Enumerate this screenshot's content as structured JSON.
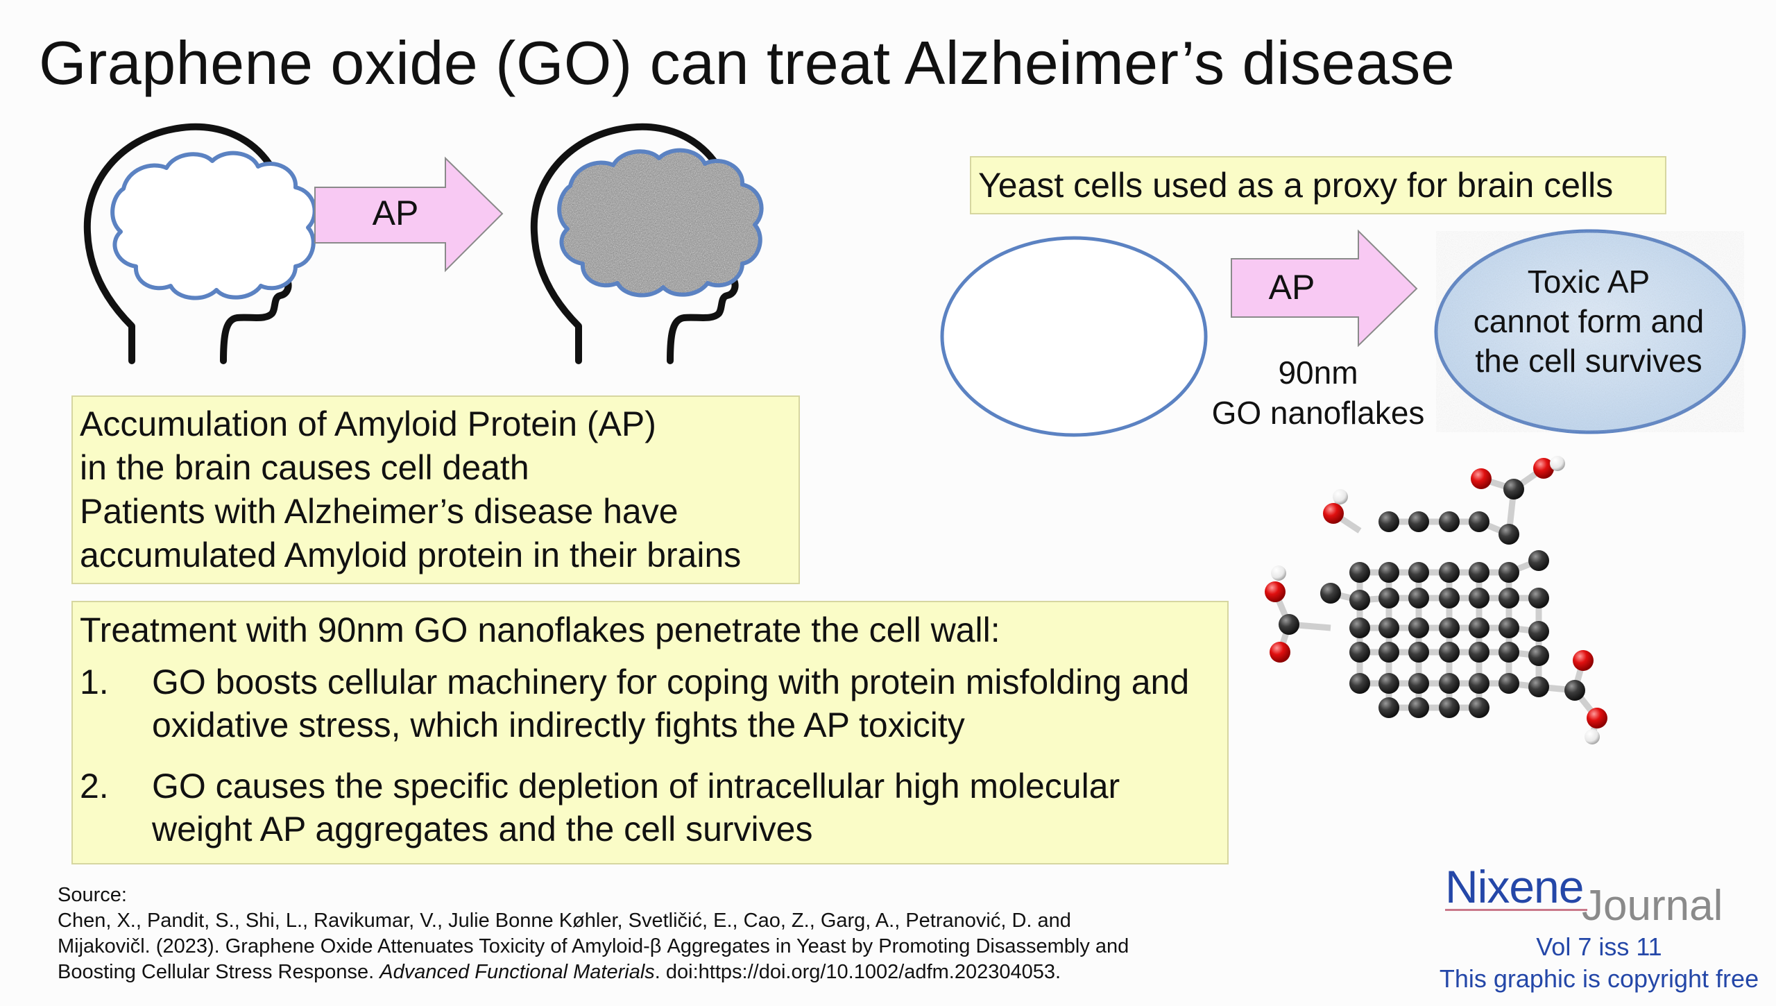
{
  "title": "Graphene oxide (GO) can treat Alzheimer’s disease",
  "brain_arrow_label": "AP",
  "accumulation_box": [
    "Accumulation of Amyloid Protein (AP)",
    "in the brain causes cell death",
    "Patients with Alzheimer’s disease have",
    "accumulated Amyloid protein in their brains"
  ],
  "treatment_box": {
    "lead": "Treatment with 90nm GO nanoflakes penetrate the cell wall:",
    "items": [
      {
        "num": "1.",
        "text": "GO boosts cellular machinery for coping with protein misfolding and oxidative stress, which indirectly fights the AP toxicity"
      },
      {
        "num": "2.",
        "text": "GO causes the specific depletion of intracellular high molecular weight AP aggregates and the cell survives"
      }
    ]
  },
  "yeast_heading": "Yeast cells used as a proxy for brain cells",
  "yeast_arrow_label": "AP",
  "go_label": [
    "90nm",
    "GO nanoflakes"
  ],
  "survive_label": [
    "Toxic AP",
    "cannot form and",
    "the cell survives"
  ],
  "source": {
    "heading": "Source:",
    "line1": "Chen, X., Pandit, S., Shi, L., Ravikumar, V., Julie Bonne Køhler, Svetličić, E., Cao, Z., Garg, A., Petranović, D. and",
    "line2": "Mijakovičl. (2023). Graphene Oxide Attenuates Toxicity of Amyloid-β Aggregates in Yeast by Promoting Disassembly and",
    "line3_start": "Boosting Cellular Stress Response. ",
    "line3_journal": "Advanced Functional Materials",
    "line3_end": ". doi:https://doi.org/10.1002/adfm.202304053."
  },
  "logo": {
    "name": "Nixene",
    "suffix": "Journal"
  },
  "volume": "Vol 7 iss 11",
  "copyright": "This graphic is copyright free",
  "colors": {
    "arrow_fill": "#f8c9f3",
    "box_fill": "#fafcc7",
    "brain_outline": "#5b82c2",
    "cell_fill": "#c8dcf0",
    "carbon": "#3a3a3a",
    "oxygen": "#e01010",
    "hydrogen": "#f2f2f2",
    "brand_blue": "#2447a8"
  }
}
